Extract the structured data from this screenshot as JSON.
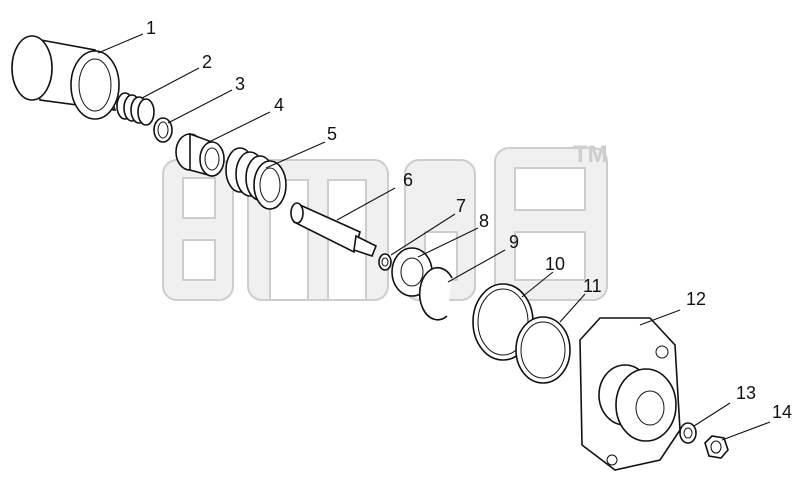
{
  "watermark": {
    "trademark": "TM"
  },
  "callouts": [
    {
      "id": "1",
      "label": "1"
    },
    {
      "id": "2",
      "label": "2"
    },
    {
      "id": "3",
      "label": "3"
    },
    {
      "id": "4",
      "label": "4"
    },
    {
      "id": "5",
      "label": "5"
    },
    {
      "id": "6",
      "label": "6"
    },
    {
      "id": "7",
      "label": "7"
    },
    {
      "id": "8",
      "label": "8"
    },
    {
      "id": "9",
      "label": "9"
    },
    {
      "id": "10",
      "label": "10"
    },
    {
      "id": "11",
      "label": "11"
    },
    {
      "id": "12",
      "label": "12"
    },
    {
      "id": "13",
      "label": "13"
    },
    {
      "id": "14",
      "label": "14"
    }
  ]
}
